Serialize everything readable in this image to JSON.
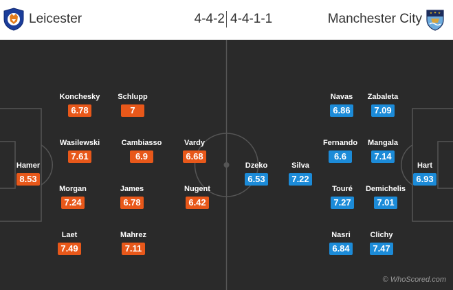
{
  "header": {
    "home_team": "Leicester",
    "away_team": "Manchester City",
    "home_formation": "4-4-2",
    "away_formation": "4-4-1-1",
    "home_crest_icon": "leicester-fox-crest-icon",
    "away_crest_icon": "manchester-city-crest-icon"
  },
  "colors": {
    "home_rating": "#e8581a",
    "away_rating": "#1c8bd8",
    "pitch": "#2a2a2a",
    "lines": "#555555"
  },
  "home_players": [
    {
      "name": "Hamer",
      "rating": "8.53"
    },
    {
      "name": "Konchesky",
      "rating": "6.78"
    },
    {
      "name": "Wasilewski",
      "rating": "7.61"
    },
    {
      "name": "Morgan",
      "rating": "7.24"
    },
    {
      "name": "Laet",
      "rating": "7.49"
    },
    {
      "name": "Schlupp",
      "rating": "7"
    },
    {
      "name": "Cambiasso",
      "rating": "6.9"
    },
    {
      "name": "James",
      "rating": "6.78"
    },
    {
      "name": "Mahrez",
      "rating": "7.11"
    },
    {
      "name": "Vardy",
      "rating": "6.68"
    },
    {
      "name": "Nugent",
      "rating": "6.42"
    }
  ],
  "away_players": [
    {
      "name": "Hart",
      "rating": "6.93"
    },
    {
      "name": "Zabaleta",
      "rating": "7.09"
    },
    {
      "name": "Mangala",
      "rating": "7.14"
    },
    {
      "name": "Demichelis",
      "rating": "7.01"
    },
    {
      "name": "Clichy",
      "rating": "7.47"
    },
    {
      "name": "Navas",
      "rating": "6.86"
    },
    {
      "name": "Fernando",
      "rating": "6.6"
    },
    {
      "name": "Touré",
      "rating": "7.27"
    },
    {
      "name": "Nasri",
      "rating": "6.84"
    },
    {
      "name": "Silva",
      "rating": "7.22"
    },
    {
      "name": "Dzeko",
      "rating": "6.53"
    }
  ],
  "watermark": "© WhoScored.com"
}
